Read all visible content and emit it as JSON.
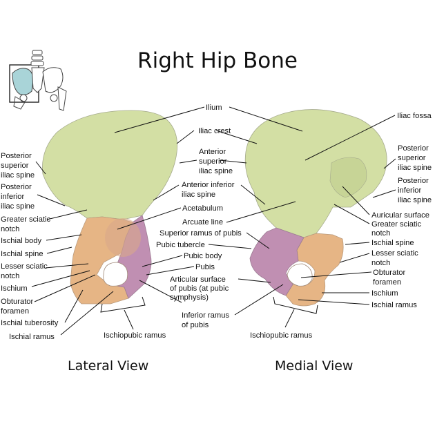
{
  "title": "Right Hip Bone",
  "views": {
    "lateral": "Lateral View",
    "medial": "Medial View"
  },
  "labels": {
    "ilium": "Ilium",
    "iliac_crest": "Iliac crest",
    "iliac_fossa": "Iliac fossa",
    "lat_post_sup_iliac_spine": [
      "Posterior",
      "superior",
      "iliac spine"
    ],
    "lat_post_inf_iliac_spine": [
      "Posterior",
      "inferior",
      "iliac spine"
    ],
    "lat_greater_sciatic_notch": [
      "Greater sciatic",
      "notch"
    ],
    "ischial_body": "Ischial body",
    "lat_ischial_spine": "Ischial spine",
    "lat_lesser_sciatic_notch": [
      "Lesser sciatic",
      "notch"
    ],
    "lat_ischium": "Ischium",
    "lat_obturator_foramen": [
      "Obturator",
      "foramen"
    ],
    "ischial_tuberosity": "Ischial tuberosity",
    "lat_ischial_ramus": "Ischial ramus",
    "ant_sup_iliac_spine": [
      "Anterior",
      "superior",
      "iliac spine"
    ],
    "ant_inf_iliac_spine": [
      "Anterior inferior",
      "iliac spine"
    ],
    "acetabulum": "Acetabulum",
    "arcuate_line": "Arcuate line",
    "superior_ramus_pubis": "Superior ramus of pubis",
    "pubic_tubercle": "Pubic tubercle",
    "pubic_body": "Pubic body",
    "pubis": "Pubis",
    "articular_surface": [
      "Articular surface",
      "of pubis (at pubic",
      "symphysis)"
    ],
    "inferior_ramus_pubis": [
      "Inferior ramus",
      "of pubis"
    ],
    "lat_ischiopubic_ramus": "Ischiopubic ramus",
    "med_ischiopubic_ramus": "Ischiopubic ramus",
    "med_post_sup_iliac_spine": [
      "Posterior",
      "superior",
      "iliac spine"
    ],
    "med_post_inf_iliac_spine": [
      "Posterior",
      "inferior",
      "iliac spine"
    ],
    "auricular_surface": "Auricular surface",
    "med_greater_sciatic_notch": [
      "Greater sciatic",
      "notch"
    ],
    "med_ischial_spine": "Ischial spine",
    "med_lesser_sciatic_notch": [
      "Lesser sciatic",
      "notch"
    ],
    "med_obturator_foramen": [
      "Obturator",
      "foramen"
    ],
    "med_ischium": "Ischium",
    "med_ischial_ramus": "Ischial ramus"
  },
  "colors": {
    "ilium": "#d3dfa4",
    "ischium": "#e6b585",
    "pubis": "#c08fb2",
    "outline": "#9a9a9a",
    "text": "#111111",
    "pelvis_highlight": "#a9d4d8"
  }
}
